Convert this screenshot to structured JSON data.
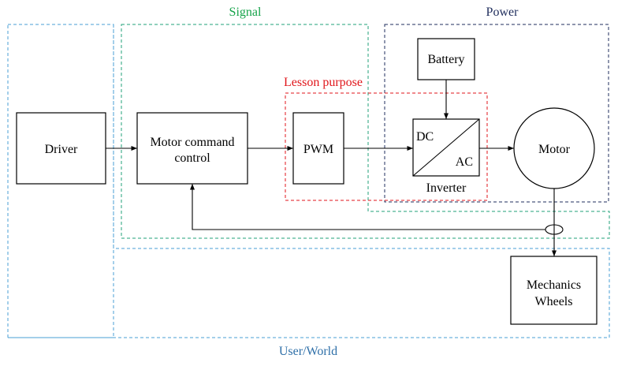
{
  "regions": {
    "signal": {
      "label": "Signal",
      "color": "#16a34a"
    },
    "power": {
      "label": "Power",
      "color": "#1f2d5c"
    },
    "lesson": {
      "label": "Lesson purpose",
      "color": "#e0161b"
    },
    "user_world": {
      "label": "User/World",
      "color": "#2e6fa8"
    }
  },
  "blocks": {
    "driver": {
      "label": "Driver"
    },
    "motor_command": {
      "line1": "Motor command",
      "line2": "control"
    },
    "pwm": {
      "label": "PWM"
    },
    "battery": {
      "label": "Battery"
    },
    "inverter": {
      "dc": "DC",
      "ac": "AC",
      "label": "Inverter"
    },
    "motor": {
      "label": "Motor"
    },
    "mechanics": {
      "line1": "Mechanics",
      "line2": "Wheels"
    }
  }
}
